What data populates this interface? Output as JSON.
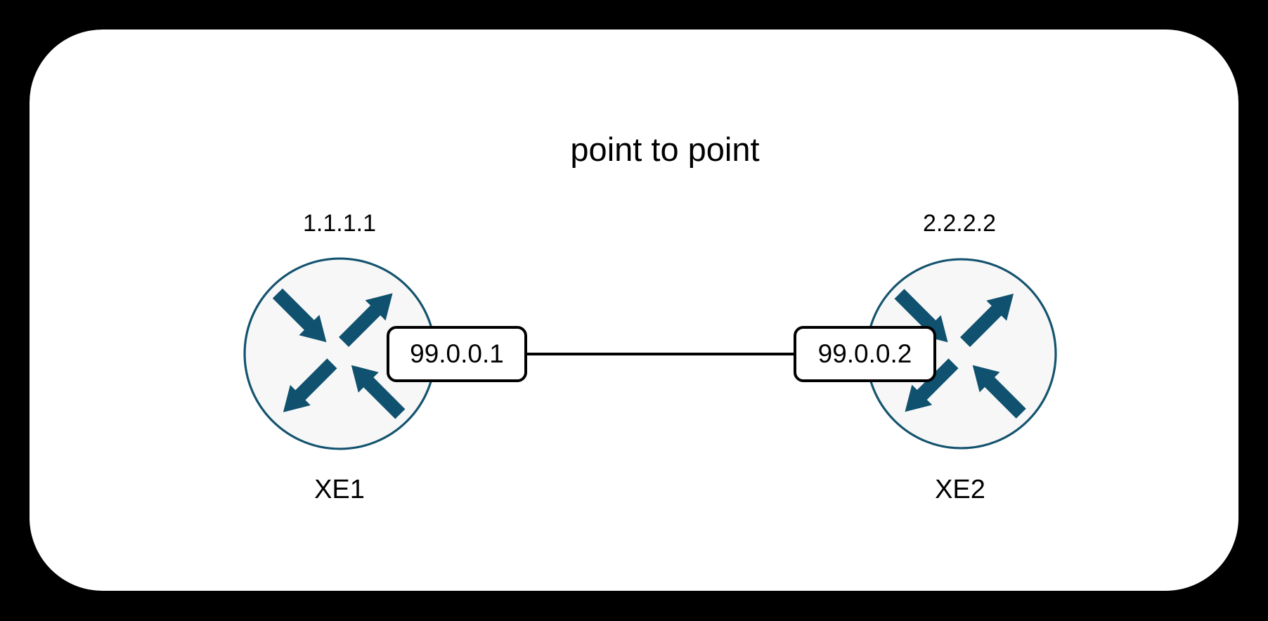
{
  "diagram": {
    "title": "point to point",
    "routers": {
      "left": {
        "ip": "1.1.1.1",
        "name": "XE1",
        "interface_ip": "99.0.0.1"
      },
      "right": {
        "ip": "2.2.2.2",
        "name": "XE2",
        "interface_ip": "99.0.0.2"
      }
    },
    "link": {
      "style": "solid",
      "color": "#000000"
    },
    "colors": {
      "page_background": "#000000",
      "canvas_background": "#ffffff",
      "router_arrow": "#0f516e",
      "router_stroke": "#14536f",
      "router_fill": "#f7f7f7",
      "label_border": "#000000",
      "text": "#000000"
    },
    "icons": {
      "router": "cisco-router-icon"
    }
  }
}
